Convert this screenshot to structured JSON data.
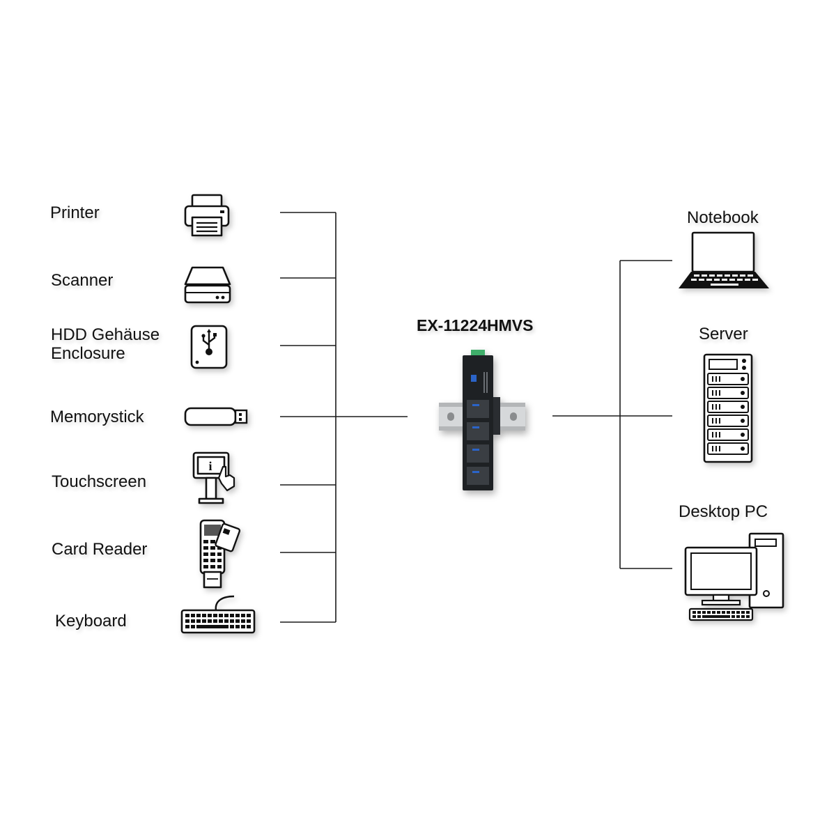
{
  "hub": {
    "model": "EX-11224HMVS"
  },
  "peripherals": [
    {
      "label": "Printer",
      "icon": "printer-icon"
    },
    {
      "label": "Scanner",
      "icon": "scanner-icon"
    },
    {
      "label": "HDD Gehäuse",
      "label2": "Enclosure",
      "icon": "usb-drive-enclosure-icon"
    },
    {
      "label": "Memorystick",
      "icon": "usb-stick-icon"
    },
    {
      "label": "Touchscreen",
      "icon": "kiosk-touchscreen-icon"
    },
    {
      "label": "Card Reader",
      "icon": "card-reader-icon"
    },
    {
      "label": "Keyboard",
      "icon": "keyboard-icon"
    }
  ],
  "hosts": [
    {
      "label": "Notebook",
      "icon": "laptop-icon"
    },
    {
      "label": "Server",
      "icon": "server-rack-icon"
    },
    {
      "label": "Desktop PC",
      "icon": "desktop-pc-icon"
    }
  ],
  "colors": {
    "line": "#1a1a1a",
    "device_body": "#1e2124",
    "din_rail": "#b4b6b8",
    "usb_blue": "#2b64c8",
    "terminal_green": "#3fae6a"
  }
}
